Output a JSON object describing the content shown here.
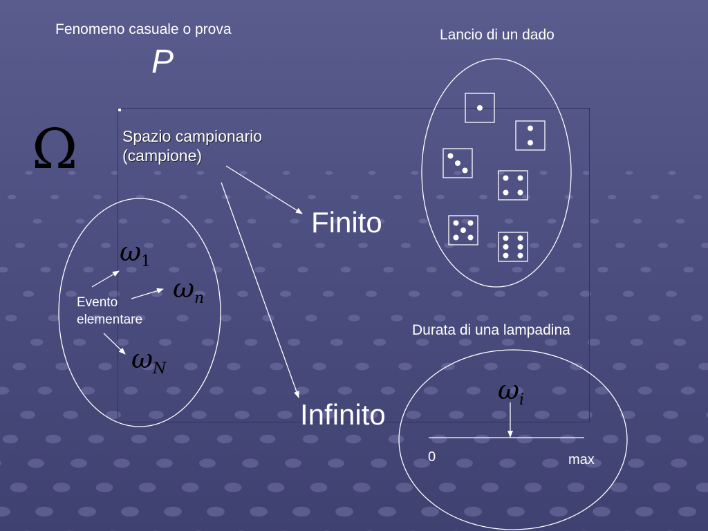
{
  "slide": {
    "title_fenomeno": "Fenomeno casuale o prova",
    "title_p": "P",
    "omega_symbol": "Ω",
    "spazio_line1": "Spazio campionario",
    "spazio_line2": "(campione)",
    "finito": "Finito",
    "infinito": "Infinito",
    "lancio": "Lancio di un dado",
    "durata": "Durata di una lampadina",
    "evento_line1": "Evento",
    "evento_line2": "elementare",
    "omega_lower": "ω",
    "sub_1": "1",
    "sub_n": "n",
    "sub_N": "N",
    "sub_i": "i",
    "axis_min": "0",
    "axis_max": "max",
    "dice_faces": [
      1,
      2,
      3,
      4,
      5,
      6
    ]
  },
  "colors": {
    "background": "#4e5082",
    "text": "#ffffff",
    "symbols": "#000000"
  }
}
